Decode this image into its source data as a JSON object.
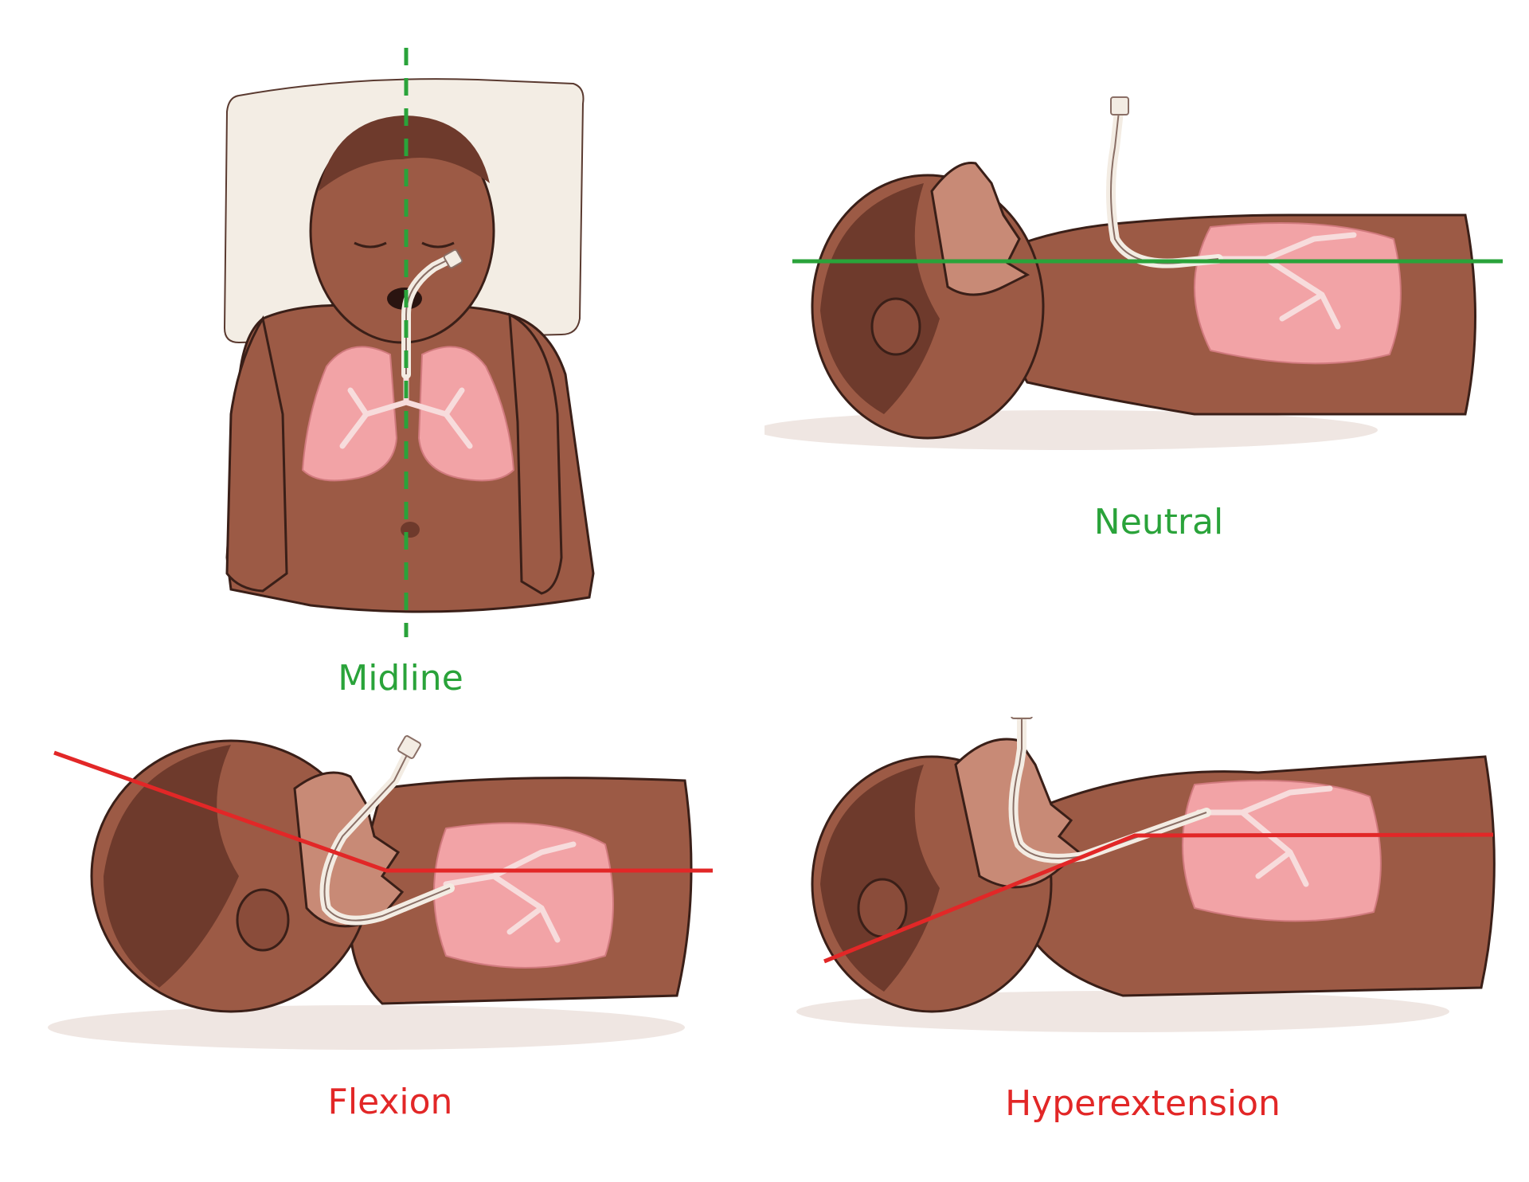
{
  "panels": {
    "midline": {
      "label": "Midline",
      "color": "#2aa33a"
    },
    "neutral": {
      "label": "Neutral",
      "color": "#2aa33a"
    },
    "flexion": {
      "label": "Flexion",
      "color": "#e22727"
    },
    "hyperextension": {
      "label": "Hyperextension",
      "color": "#e22727"
    }
  },
  "colors": {
    "skin_dark": "#6e3a2c",
    "skin_mid": "#9c5a45",
    "lung": "#f2a3a6",
    "tube": "#f3ece3",
    "pillow": "#f3ede4",
    "good_line": "#2aa33a",
    "bad_line": "#e22727"
  }
}
